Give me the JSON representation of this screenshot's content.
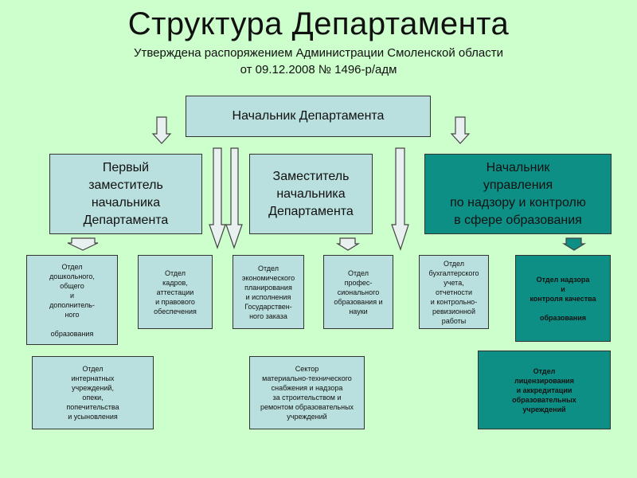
{
  "header": {
    "title": "Структура Департамента",
    "subtitle_line1": "Утверждена распоряжением Администрации  Смоленской области",
    "subtitle_line2": "от 09.12.2008 № 1496-р/адм"
  },
  "top": {
    "head": "Начальник Департамента"
  },
  "level2": {
    "first_deputy": "Первый\nзаместитель\nначальника\nДепартамента",
    "deputy": "Заместитель\nначальника\nДепартамента",
    "control_head": "Начальник\nуправления\nпо  надзору и контролю\nв сфере образования"
  },
  "level3": {
    "preschool": "Отдел\nдошкольного,\nобщего\nи\nдополнитель-\nного\n\nобразования",
    "staff": "Отдел\nкадров,\nаттестации\nи правового\nобеспечения",
    "economic": "Отдел\nэкономического\nпланирования\nи исполнения\nГосударствен-\nного заказа",
    "vocational": "Отдел\nпрофес-\nсионального\nобразования и\nнауки",
    "accounting": "Отдел\nбухгалтерского\nучета,\nотчетности\nи контрольно-\nревизионной\nработы",
    "supervision": "Отдел надзора\nи\nконтроля качества\n\nобразования"
  },
  "level4": {
    "boarding": "Отдел\nинтернатных\nучреждений,\nопеки,\nпопечительства\nи усыновления",
    "material": "Сектор\nматериально-технического\nснабжения и надзора\nза строительством и\nремонтом образовательных\nучреждений",
    "licensing": "Отдел\nлицензирования\nи аккредитации\nобразовательных\nучреждений"
  },
  "colors": {
    "background": "#ccffcc",
    "box_light": "#b9e0df",
    "box_dark": "#0e8f86",
    "arrow_fill": "#e8f0f0",
    "arrow_stroke": "#444444"
  }
}
